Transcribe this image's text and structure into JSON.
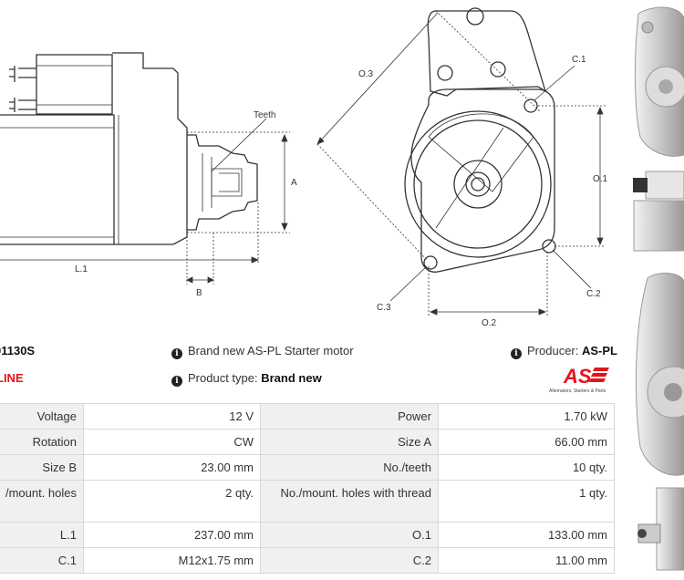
{
  "drawing": {
    "labels": {
      "teeth": "Teeth",
      "a": "A",
      "b": "B",
      "l1": "L.1",
      "o3": "O.3",
      "c1": "C.1",
      "o1": "O.1",
      "c2": "C.2",
      "c3": "C.3",
      "o2": "O.2"
    }
  },
  "product": {
    "code": "01130S",
    "line_badge": "LINE",
    "description": "Brand new AS-PL Starter motor",
    "type_label": "Product type:",
    "type_value": "Brand new",
    "producer_label": "Producer:",
    "producer_value": "AS-PL",
    "logo_text": "AS",
    "logo_tagline": "Alternators, Starters & Parts",
    "info_icon": "info-circle-icon",
    "accent_color": "#e3151b"
  },
  "specs": [
    {
      "k1": "Voltage",
      "v1": "12 V",
      "k2": "Power",
      "v2": "1.70 kW"
    },
    {
      "k1": "Rotation",
      "v1": "CW",
      "k2": "Size A",
      "v2": "66.00 mm"
    },
    {
      "k1": "Size B",
      "v1": "23.00 mm",
      "k2": "No./teeth",
      "v2": "10 qty."
    },
    {
      "k1": "/mount. holes",
      "v1": "2 qty.",
      "k2": "No./mount. holes with thread",
      "v2": "1 qty."
    },
    {
      "k1": "L.1",
      "v1": "237.00 mm",
      "k2": "O.1",
      "v2": "133.00 mm"
    },
    {
      "k1": "C.1",
      "v1": "M12x1.75 mm",
      "k2": "C.2",
      "v2": "11.00 mm"
    }
  ]
}
